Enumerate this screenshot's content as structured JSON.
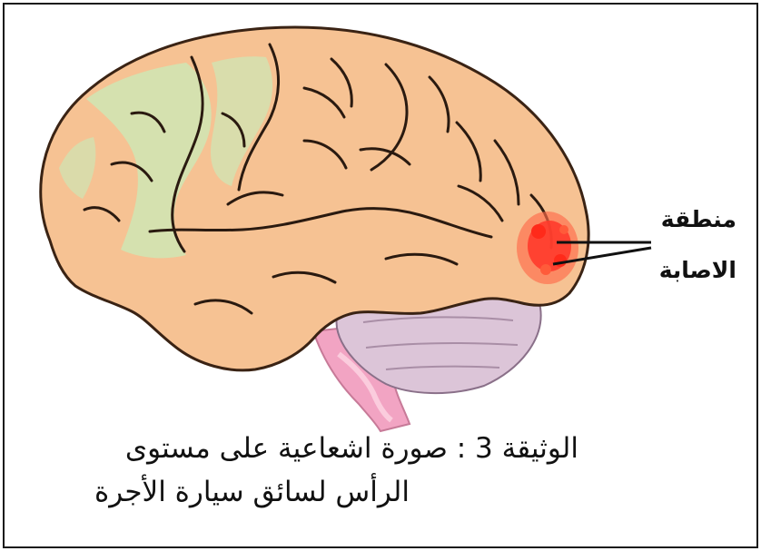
{
  "labels": {
    "injury_line1": "منطقة",
    "injury_line2": "الاصابة"
  },
  "caption": {
    "line1": "الوثيقة 3 : صورة اشعاعية على مستوى",
    "line2": "الرأس لسائق سيارة الأجرة"
  },
  "colors": {
    "cortex": "#f6c293",
    "gyrus_green": "#cfe6b4",
    "cerebellum": "#dcc5d8",
    "brainstem": "#f2a4c3",
    "injury": "#ff3b2b",
    "sulcus": "#2a1a10"
  }
}
